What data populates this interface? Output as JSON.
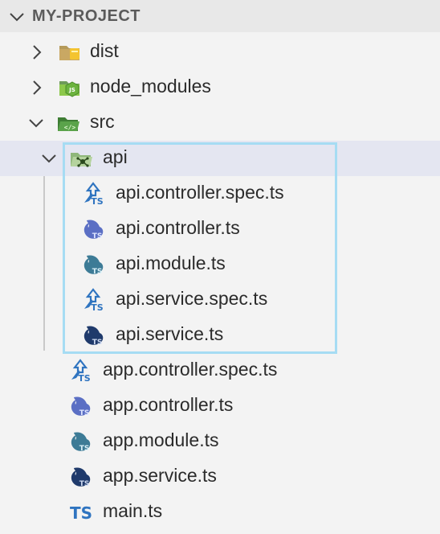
{
  "explorer": {
    "section_title": "MY-PROJECT",
    "items": [
      {
        "label": "dist",
        "type": "folder",
        "expanded": false,
        "icon": "folder-dist-icon"
      },
      {
        "label": "node_modules",
        "type": "folder",
        "expanded": false,
        "icon": "folder-node-icon"
      },
      {
        "label": "src",
        "type": "folder",
        "expanded": true,
        "icon": "folder-src-icon"
      },
      {
        "label": "api",
        "type": "folder",
        "expanded": true,
        "icon": "folder-api-icon",
        "selected": true
      },
      {
        "label": "api.controller.spec.ts",
        "type": "file",
        "icon": "nest-spec-ts-icon"
      },
      {
        "label": "api.controller.ts",
        "type": "file",
        "icon": "nest-controller-ts-icon"
      },
      {
        "label": "api.module.ts",
        "type": "file",
        "icon": "nest-module-ts-icon"
      },
      {
        "label": "api.service.spec.ts",
        "type": "file",
        "icon": "nest-spec-ts-icon"
      },
      {
        "label": "api.service.ts",
        "type": "file",
        "icon": "nest-service-ts-icon"
      },
      {
        "label": "app.controller.spec.ts",
        "type": "file",
        "icon": "nest-spec-ts-icon"
      },
      {
        "label": "app.controller.ts",
        "type": "file",
        "icon": "nest-controller-ts-icon"
      },
      {
        "label": "app.module.ts",
        "type": "file",
        "icon": "nest-module-ts-icon"
      },
      {
        "label": "app.service.ts",
        "type": "file",
        "icon": "nest-service-ts-icon"
      },
      {
        "label": "main.ts",
        "type": "file",
        "icon": "typescript-icon"
      }
    ],
    "ts_badge": "TS",
    "colors": {
      "header_bg": "#e8e8e8",
      "selected_bg": "#e4e6f1",
      "focus_border": "#a6dcf3",
      "ts_blue": "#2f74c0",
      "nest_controller": "#5b6fc4",
      "nest_module": "#3d7b96",
      "nest_service": "#1f3a6b"
    }
  }
}
